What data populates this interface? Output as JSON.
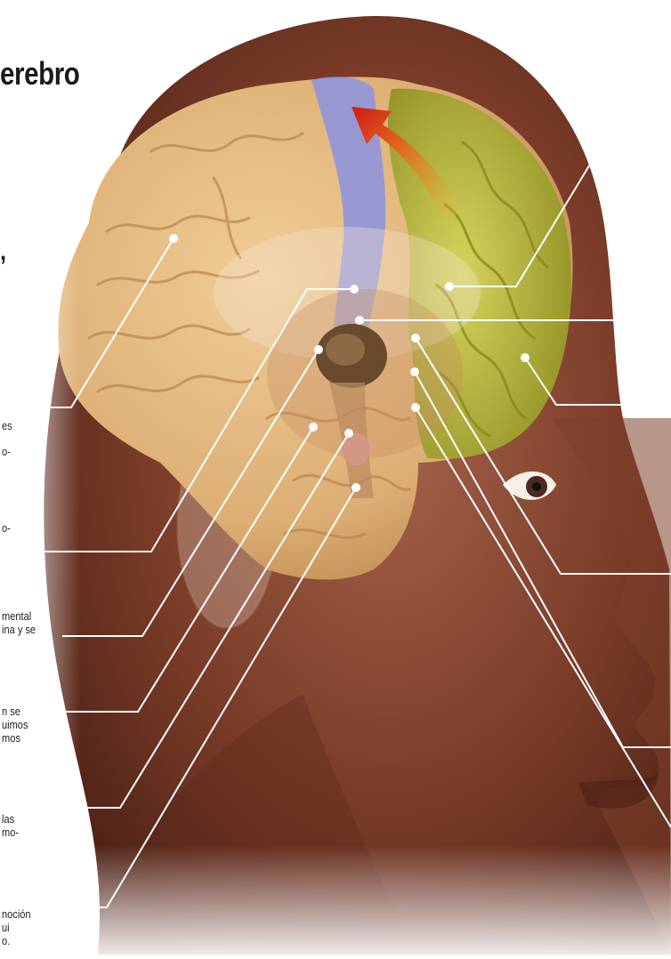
{
  "title_fragment": "erebro",
  "left_text_fragments": [
    ",",
    "es",
    "o-",
    "o-",
    "mental\nina y se",
    "n se\nuimos\nmos",
    "las\nmo-",
    "noción\nui\no."
  ],
  "colors": {
    "skin": "#8a4a33",
    "skin_dark": "#5a2a1c",
    "brain": "#e2b67e",
    "brain_shadow": "#c48e55",
    "motor_strip": "#8f95dc",
    "frontal_lobe": "#b6b537",
    "arrow": "#d93b1a",
    "leader_line": "#ffffff"
  },
  "icons": [
    "head-illustration",
    "brain-illustration",
    "eye",
    "ear"
  ]
}
